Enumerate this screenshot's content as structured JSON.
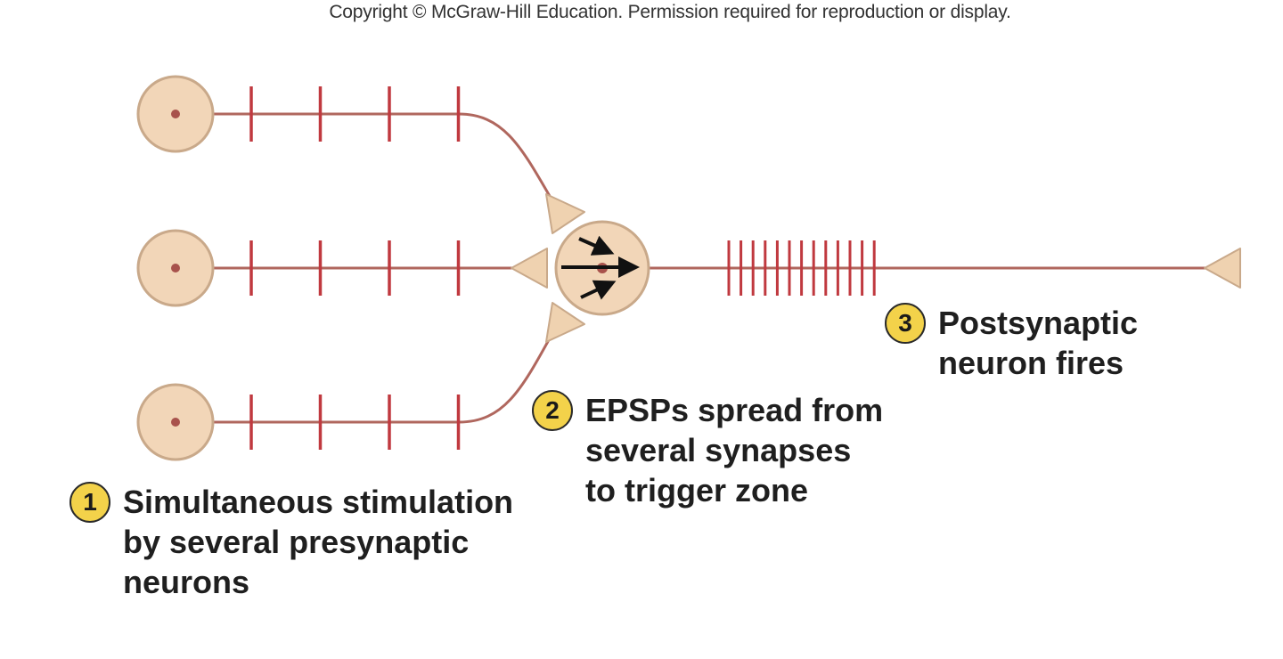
{
  "copyright": "Copyright © McGraw-Hill Education. Permission required for reproduction or display.",
  "colors": {
    "axon": "#b0675e",
    "impulse_mark": "#c0393f",
    "soma_fill": "#f2d6b8",
    "soma_stroke": "#c9a98a",
    "nucleus": "#a8524c",
    "terminal_fill": "#efd2b0",
    "badge_fill": "#f3d24a",
    "arrow": "#111111"
  },
  "diagram": {
    "presynaptic_neuron_count": 3,
    "impulses_per_presynaptic_axon": 4,
    "postsynaptic_impulse_count": 13
  },
  "steps": [
    {
      "number": "1",
      "lines": [
        "Simultaneous stimulation",
        "by several presynaptic",
        "neurons"
      ]
    },
    {
      "number": "2",
      "lines": [
        "EPSPs spread from",
        "several synapses",
        "to trigger zone"
      ]
    },
    {
      "number": "3",
      "lines": [
        "Postsynaptic",
        "neuron fires"
      ]
    }
  ]
}
